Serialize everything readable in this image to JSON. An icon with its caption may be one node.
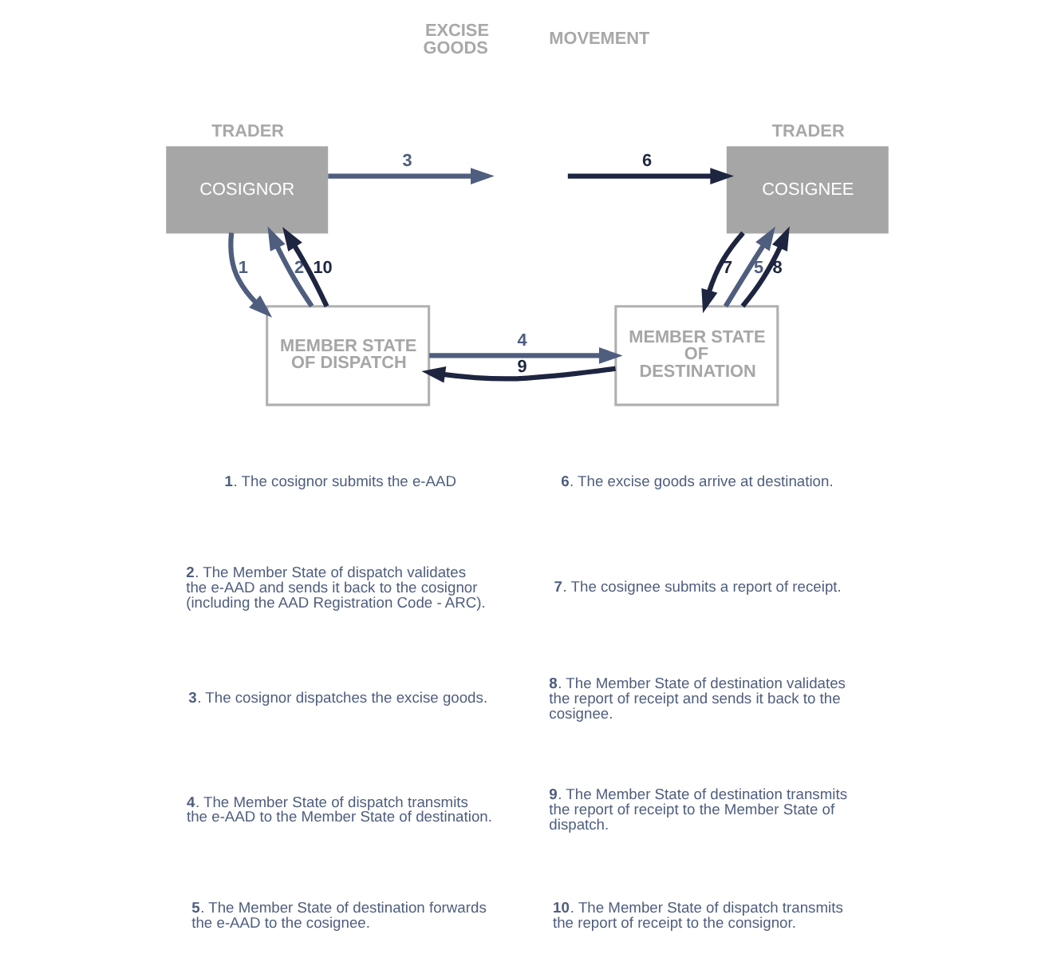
{
  "diagram": {
    "nodes": [
      {
        "text": [
          "TRADER",
          "COSIGNOR"
        ]
      },
      {
        "text": [
          "TRADER",
          "COSIGNEE"
        ]
      },
      {
        "text": [
          "MEMBER STATE OF DISPATCH"
        ]
      },
      {
        "text": [
          "MEMBER STATE OF DESTINATION"
        ]
      }
    ],
    "edges": [
      {
        "from": 0,
        "to": 2,
        "arrow": "to",
        "label": "1",
        "color": "#4f5e7e"
      },
      {
        "from": 2,
        "to": 0,
        "arrow": "to",
        "label": "2",
        "color": "#4f5e7e"
      },
      {
        "from": 0,
        "to": null,
        "arrow": "to",
        "label": "3",
        "color": "#4f5e7e"
      },
      {
        "from": 2,
        "to": 3,
        "arrow": "to",
        "label": "4",
        "color": "#4f5e7e"
      },
      {
        "from": 3,
        "to": 1,
        "arrow": "to",
        "label": "5",
        "color": "#4f5e7e"
      },
      {
        "from": null,
        "to": 1,
        "arrow": "to",
        "label": "6",
        "color": "#1e2540"
      },
      {
        "from": 1,
        "to": 3,
        "arrow": "to",
        "label": "7",
        "color": "#1e2540"
      },
      {
        "from": 3,
        "to": 1,
        "arrow": "to",
        "label": "8",
        "color": "#1e2540"
      },
      {
        "from": 3,
        "to": 2,
        "arrow": "to",
        "label": "9",
        "color": "#1e2540"
      },
      {
        "from": 2,
        "to": 0,
        "arrow": "to",
        "label": "10",
        "color": "#1e2540"
      }
    ],
    "labels": [
      "EXCISE GOODS",
      "MOVEMENT",
      "**1**. The cosignor submits the e-AAD",
      "**2**. The Member State of dispatch validates the e-AAD and sends it back to the cosignor (including the AAD Registration Code - ARC).",
      "**3**. The cosignor dispatches the excise goods.",
      "**4**. The Member State of dispatch transmits the e-AAD to the Member State of destination.",
      "**5**. The Member State of destination forwards the e-AAD to the cosignee.",
      "**6**. The excise goods arrive at destination.",
      "**7**. The cosignee submits a report of receipt.",
      "**8**. The Member State of destination validates the report of receipt and sends it back to the cosignee.",
      "**9**. The Member State of destination transmits the report of receipt to the Member State of dispatch.",
      "**10**. The Member State of dispatch transmits the report of receipt to the consignor."
    ]
  }
}
